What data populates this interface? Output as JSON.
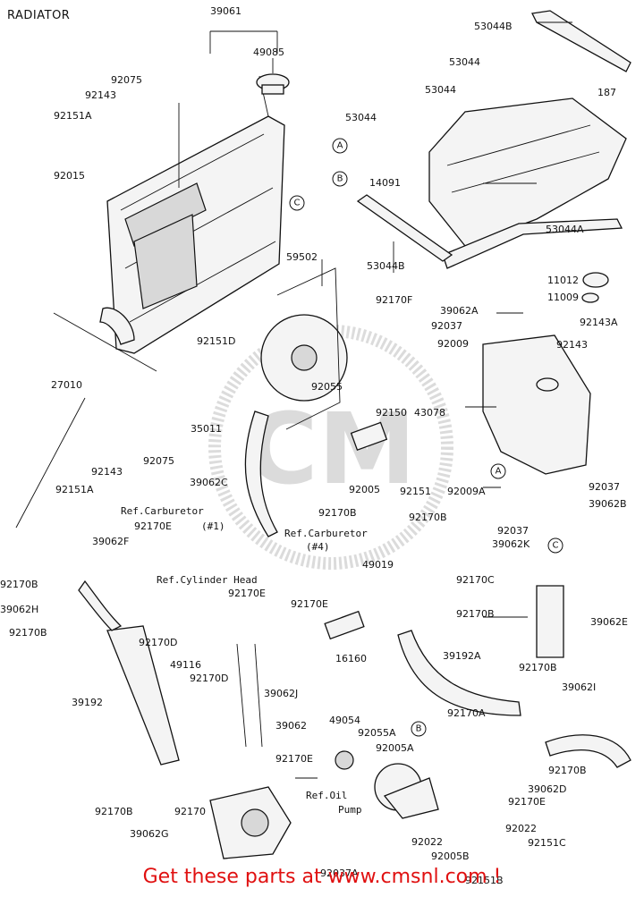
{
  "title": "RADIATOR",
  "banner": "Get these parts at www.cmsnl.com !",
  "colors": {
    "ink": "#111111",
    "banner": "#e01010",
    "watermark": "#9a9a9a"
  },
  "part_labels": [
    "39061",
    "49085",
    "92075",
    "92143",
    "92151A",
    "92015",
    "53044B",
    "53044",
    "53044",
    "53044",
    "187",
    "14091",
    "53044B",
    "53044A",
    "59502",
    "11012",
    "11009",
    "39062A",
    "92037",
    "92143A",
    "92009",
    "92143",
    "27010",
    "92151D",
    "92170F",
    "92055",
    "43078",
    "92150",
    "35011",
    "92075",
    "92143",
    "92151A",
    "39062C",
    "92005",
    "92151",
    "92009A",
    "92037",
    "92037",
    "39062B",
    "92170B",
    "92170E",
    "92170B",
    "39062F",
    "92170B",
    "49019",
    "39062K",
    "92170C",
    "39062H",
    "92170E",
    "92170E",
    "92170B",
    "92170B",
    "39062E",
    "92170D",
    "49116",
    "92170D",
    "16160",
    "39192A",
    "92170B",
    "39062J",
    "39192",
    "39062",
    "49054",
    "92055A",
    "92170A",
    "39062I",
    "92005A",
    "92170E",
    "92170B",
    "39062D",
    "92170E",
    "92170B",
    "92170",
    "39062G",
    "92022",
    "92022",
    "92005B",
    "92151C",
    "92037A",
    "92151B"
  ],
  "ref_labels": [
    "Ref.Carburetor",
    "(#1)",
    "Ref.Carburetor",
    "(#4)",
    "Ref.Cylinder Head",
    "Ref.Oil",
    "Pump"
  ],
  "callouts": [
    "A",
    "B",
    "C",
    "A",
    "C",
    "B"
  ]
}
